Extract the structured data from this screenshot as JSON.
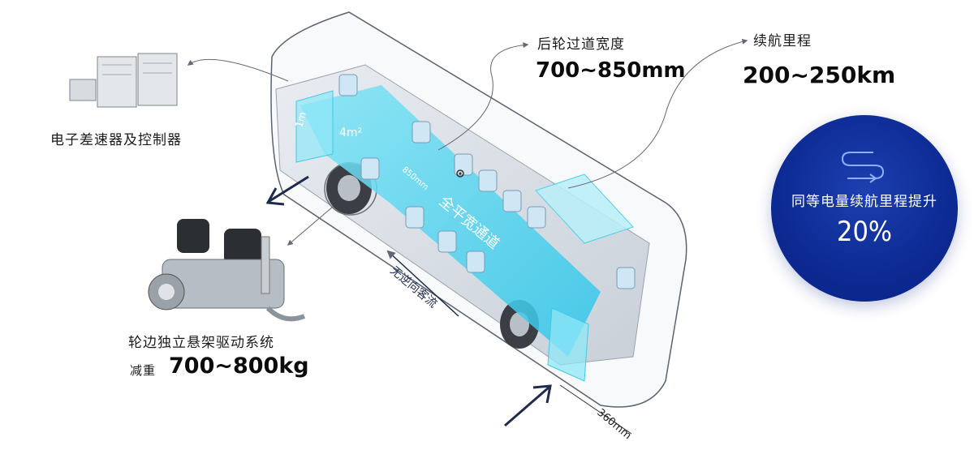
{
  "labels": {
    "controller": "电子差速器及控制器",
    "suspension": "轮边独立悬架驱动系统",
    "weight_prefix": "减重",
    "weight_value": "700~800kg",
    "rear_track_title": "后轮过道宽度",
    "rear_track_value": "700~850mm",
    "range_title": "续航里程",
    "range_value": "200~250km"
  },
  "bus_labels": {
    "full_flat_aisle": "全平宽通道",
    "no_reverse_flow": "无逆向客流",
    "door_width": "360mm",
    "aisle_width": "850mm",
    "area": "4m²",
    "length": "1m"
  },
  "badge": {
    "text": "同等电量续航里程提升",
    "percent": "20%"
  },
  "colors": {
    "badge_blue": "#0d2a93",
    "aisle_cyan": "#59d6f0",
    "arrow_navy": "#1f2b4d"
  }
}
